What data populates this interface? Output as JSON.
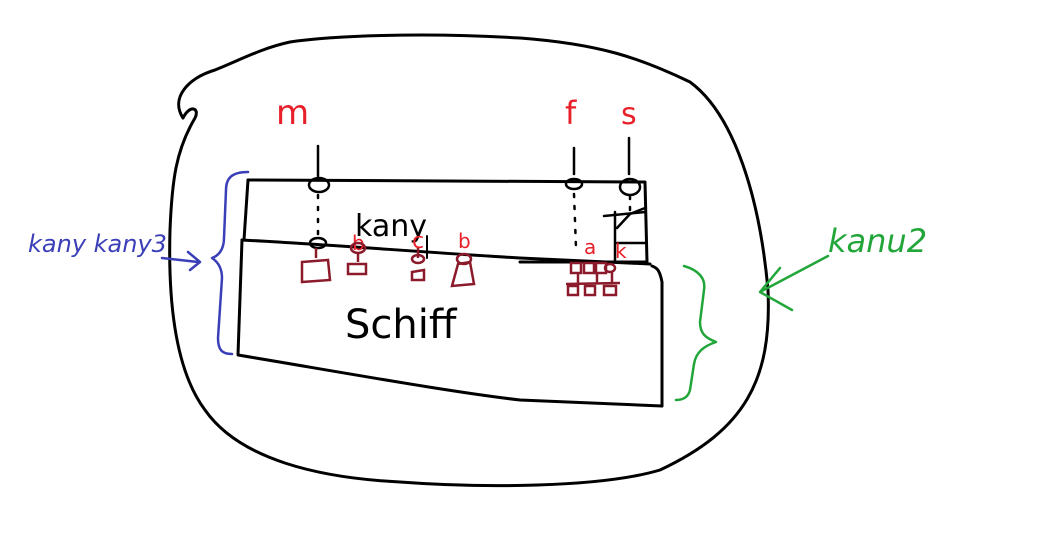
{
  "labels": {
    "m": "m",
    "f": "f",
    "s": "s",
    "kany": "kany",
    "schiff": "Schiff",
    "kany_kany3": "kany kany3",
    "kanu2": "kanu2",
    "b_left": "b",
    "c": "c",
    "b_right": "b",
    "a": "a",
    "k": "k"
  },
  "colors": {
    "black": "#000000",
    "red": "#e8202a",
    "darkred": "#8b1a2b",
    "blue": "#3a3fb8",
    "green": "#22a63a"
  }
}
